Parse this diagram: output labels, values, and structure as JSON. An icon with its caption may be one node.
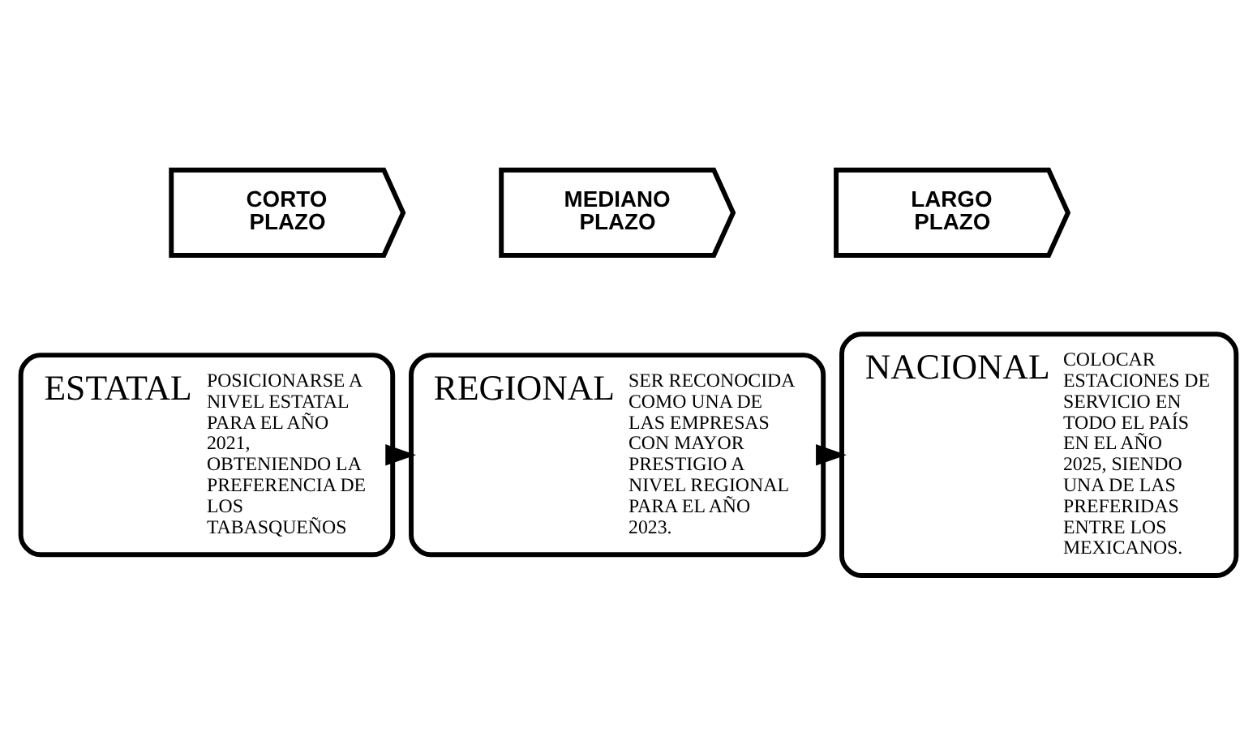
{
  "diagram": {
    "nodes": [
      {
        "text": [
          "CORTO PLAZO"
        ]
      },
      {
        "text": [
          "MEDIANO PLAZO"
        ]
      },
      {
        "text": [
          "LARGO PLAZO"
        ]
      },
      {
        "text": [
          "ESTATAL",
          "POSICIONARSE A NIVEL ESTATAL PARA EL AÑO 2021, OBTENIENDO LA PREFERENCIA DE LOS TABASQUEÑOS"
        ]
      },
      {
        "text": [
          "REGIONAL",
          "SER RECONOCIDA COMO UNA DE LAS EMPRESAS CON MAYOR PRESTIGIO A NIVEL REGIONAL PARA EL AÑO 2023."
        ]
      },
      {
        "text": [
          "NACIONAL",
          "COLOCAR ESTACIONES DE SERVICIO EN TODO EL PAÍS EN EL AÑO 2025, SIENDO UNA DE LAS PREFERIDAS ENTRE LOS MEXICANOS."
        ]
      }
    ],
    "edges": [
      {
        "from": 3,
        "to": 4,
        "arrow": "to"
      },
      {
        "from": 4,
        "to": 5,
        "arrow": "to"
      }
    ]
  }
}
